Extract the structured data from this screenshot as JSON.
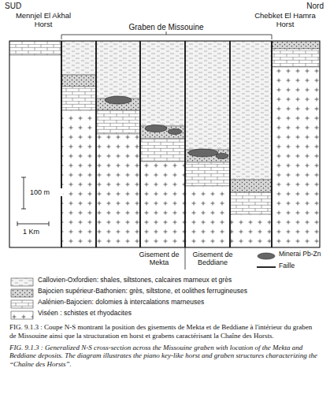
{
  "diagram": {
    "caption": "FIG. 9.1.3 : Coupe N-S montrant la position des gisements de Mekta et de Beddiane à l'intérieur du graben de Missouine ainsi que la structuration en horst et grabens caractérisant la Chaîne des Horsts.",
    "labels": [
      "SUD",
      "Nord",
      "Mennjel El Akhal Horst",
      "Graben de Missouine",
      "Chebket El Hamra Horst",
      "100 m",
      "1 Km",
      "Gisement de Mekta",
      "Gisement de Beddiane",
      "FIG. 9.1.3 : Generalized N-S cross-section across the Missouine graben with location of the Mekta and Beddiane deposits. The diagram illustrates the piano key-like horst and graben structures characterizing the “Chaîne des Horsts”."
    ],
    "legend": [
      {
        "text": "Minerai Pb-Zn"
      },
      {
        "text": "Faille"
      },
      {
        "text": "Callovien-Oxfordien: shales, siltstones, calcaires marneux et grès"
      },
      {
        "text": "Bajocien supérieur-Bathonien: grès, siltstone, et oolithes ferrugineuses"
      },
      {
        "text": "Aalénien-Bajocien: dolomies à intercalations marneuses"
      },
      {
        "text": "Viséen : schistes et rhyodacites"
      }
    ]
  }
}
